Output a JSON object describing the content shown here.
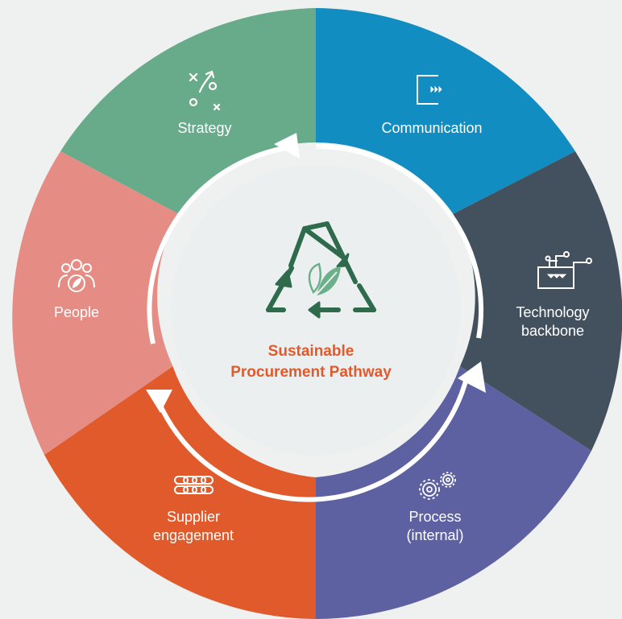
{
  "diagram": {
    "center_title": [
      "Sustainable",
      "Procurement Pathway"
    ],
    "segments": [
      {
        "key": "strategy",
        "label": [
          "Strategy"
        ],
        "icon": "strategy-play-icon",
        "color": "#68ab8a"
      },
      {
        "key": "communication",
        "label": [
          "Communication"
        ],
        "icon": "message-screen-icon",
        "color": "#118dc2"
      },
      {
        "key": "technology",
        "label": [
          "Technology",
          "backbone"
        ],
        "icon": "circuit-board-icon",
        "color": "#43505e"
      },
      {
        "key": "process",
        "label": [
          "Process",
          "(internal)"
        ],
        "icon": "gears-icon",
        "color": "#5d60a1"
      },
      {
        "key": "supplier",
        "label": [
          "Supplier",
          "engagement"
        ],
        "icon": "chain-link-icon",
        "color": "#e05a2b"
      },
      {
        "key": "people",
        "label": [
          "People"
        ],
        "icon": "people-leaf-icon",
        "color": "#e58c85"
      }
    ],
    "center_icon": "recycle-leaf-icon",
    "center_color": "#ecefef",
    "accent_color": "#2e6b4c"
  }
}
